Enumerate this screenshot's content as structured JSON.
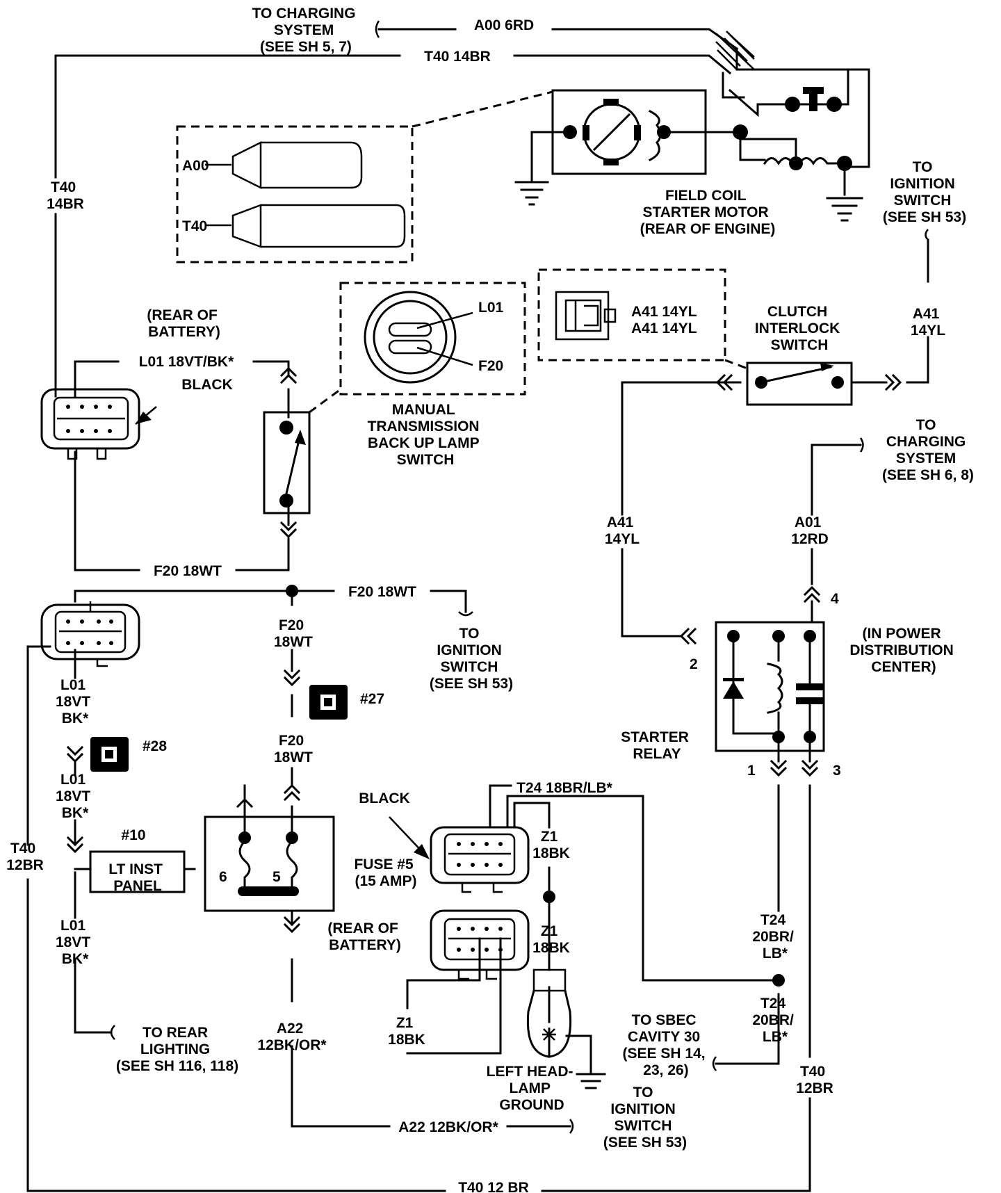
{
  "labels": {
    "to_charging_sys_top": [
      "TO CHARGING",
      "SYSTEM",
      "(SEE SH 5, 7)"
    ],
    "a00_6rd": "A00 6RD",
    "t40_14br_top": "T40 14BR",
    "t40_14br_left": [
      "T40",
      "14BR"
    ],
    "a00_conn": "A00",
    "t40_conn": "T40",
    "field_coil_caption": [
      "FIELD COIL",
      "STARTER MOTOR",
      "(REAR OF ENGINE)"
    ],
    "to_ignition_top_right": [
      "TO",
      "IGNITION",
      "SWITCH",
      "(SEE SH 53)"
    ],
    "rear_of_battery_1": [
      "(REAR OF",
      "BATTERY)"
    ],
    "l01_18vtbk": "L01 18VT/BK*",
    "black_1": "BLACK",
    "l01_pin": "L01",
    "f20_pin": "F20",
    "manual_trans_caption": [
      "MANUAL",
      "TRANSMISSION",
      "BACK UP LAMP",
      "SWITCH"
    ],
    "a41_14yl_a": "A41 14YL",
    "a41_14yl_b": "A41 14YL",
    "clutch_caption": [
      "CLUTCH",
      "INTERLOCK",
      "SWITCH"
    ],
    "a41_14yl_right": [
      "A41",
      "14YL"
    ],
    "to_charging_sys_right": [
      "TO",
      "CHARGING",
      "SYSTEM",
      "(SEE SH 6, 8)"
    ],
    "a41_14yl_mid": [
      "A41",
      "14YL"
    ],
    "a01_12rd": [
      "A01",
      "12RD"
    ],
    "f20_18wt_1": "F20 18WT",
    "f20_18wt_2": "F20 18WT",
    "f20_18wt_v1": [
      "F20",
      "18WT"
    ],
    "to_ignition_mid": [
      "TO",
      "IGNITION",
      "SWITCH",
      "(SEE SH 53)"
    ],
    "pin_4": "4",
    "in_pdc": [
      "(IN POWER",
      "DISTRIBUTION",
      "CENTER)"
    ],
    "pin_2": "2",
    "starter_relay": [
      "STARTER",
      "RELAY"
    ],
    "pin_1": "1",
    "pin_3": "3",
    "l01_18vt_bk_1": [
      "L01",
      "18VT",
      "BK*"
    ],
    "ref_27": "#27",
    "f20_18wt_v2": [
      "F20",
      "18WT"
    ],
    "ref_28": "#28",
    "l01_18vt_bk_2": [
      "L01",
      "18VT",
      "BK*"
    ],
    "ref_10": "#10",
    "lt_inst_panel": [
      "LT INST",
      "PANEL"
    ],
    "t40_12br_left": [
      "T40",
      "12BR"
    ],
    "pin_6": "6",
    "pin_5": "5",
    "black_2": "BLACK",
    "t24_18brlb": "T24 18BR/LB*",
    "fuse5": [
      "FUSE #5",
      "(15 AMP)"
    ],
    "z1_18bk_1": [
      "Z1",
      "18BK"
    ],
    "z1_18bk_2": [
      "Z1",
      "18BK"
    ],
    "rear_of_battery_2": [
      "(REAR OF",
      "BATTERY)"
    ],
    "l01_18vt_bk_3": [
      "L01",
      "18VT",
      "BK*"
    ],
    "t24_20brlb_1": [
      "T24",
      "20BR/",
      "LB*"
    ],
    "t24_20brlb_2": [
      "T24",
      "20BR/",
      "LB*"
    ],
    "to_rear_lighting": [
      "TO REAR",
      "LIGHTING",
      "(SEE SH 116, 118)"
    ],
    "a22_12bkor_v": [
      "A22",
      "12BK/OR*"
    ],
    "z1_18bk_3": [
      "Z1",
      "18BK"
    ],
    "to_sbec": [
      "TO SBEC",
      "CAVITY 30",
      "(SEE SH 14,",
      "23, 26)"
    ],
    "t40_12br_right": [
      "T40",
      "12BR"
    ],
    "left_headlamp_ground": [
      "LEFT HEAD-",
      "LAMP",
      "GROUND"
    ],
    "a22_12bkor_h": "A22 12BK/OR*",
    "to_ignition_bottom": [
      "TO",
      "IGNITION",
      "SWITCH",
      "(SEE SH 53)"
    ],
    "t40_12br_bottom": "T40 12 BR"
  }
}
